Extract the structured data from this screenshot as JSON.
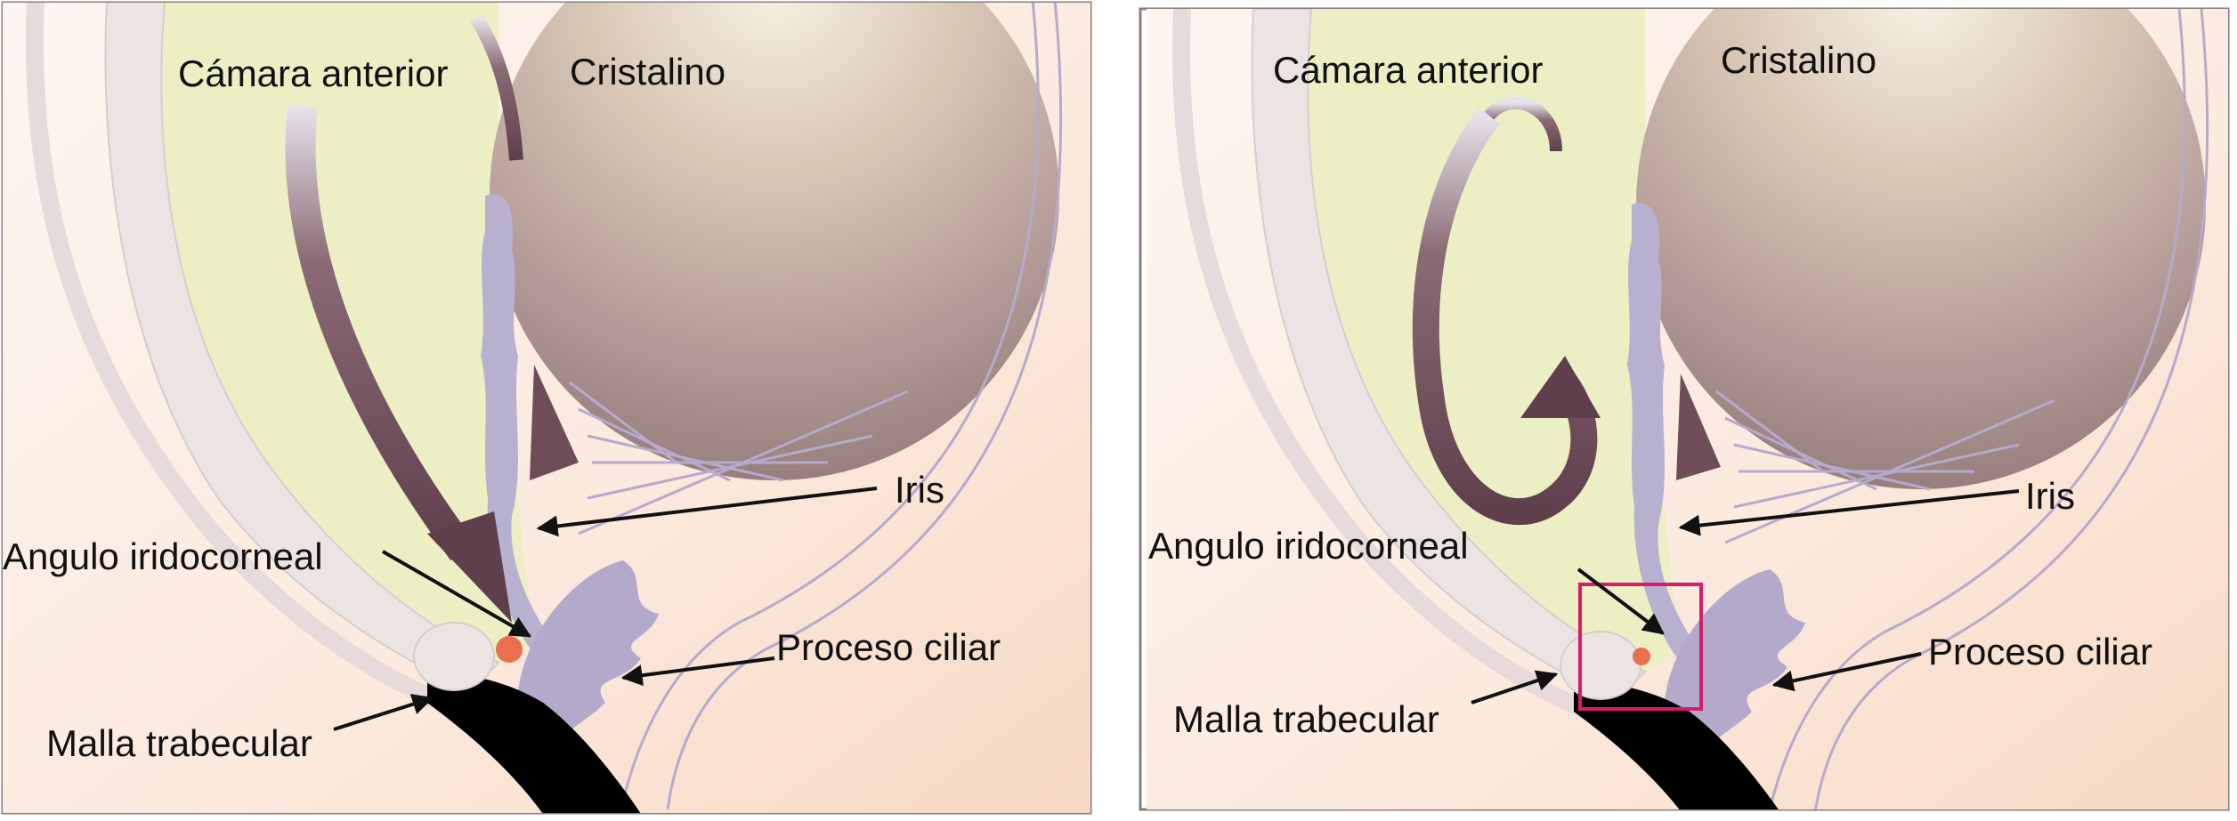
{
  "panels": [
    {
      "id": "left",
      "labels": {
        "anterior_chamber": "Cámara anterior",
        "lens": "Cristalino",
        "iris": "Iris",
        "iridocorneal_angle": "Angulo iridocorneal",
        "ciliary_process": "Proceso ciliar",
        "trabecular_meshwork": "Malla trabecular"
      },
      "flow": "drains-to-angle",
      "highlight_box": false
    },
    {
      "id": "right",
      "labels": {
        "anterior_chamber": "Cámara anterior",
        "lens": "Cristalino",
        "iris": "Iris",
        "iridocorneal_angle": "Angulo iridocorneal",
        "ciliary_process": "Proceso ciliar",
        "trabecular_meshwork": "Malla trabecular"
      },
      "flow": "blocked-recirculates",
      "highlight_box": true
    }
  ],
  "colors": {
    "cornea": "#ece3e3",
    "aqueous": "#ecefc4",
    "lens_light": "#f6eee0",
    "lens_dark": "#9c8683",
    "iris": "#b8b0cf",
    "flow_arrow": "#6e4c58",
    "meshwork": "#000000",
    "angle_dot": "#ea6f4e",
    "highlight": "#d81b6b",
    "border": "#8b7d7d"
  }
}
